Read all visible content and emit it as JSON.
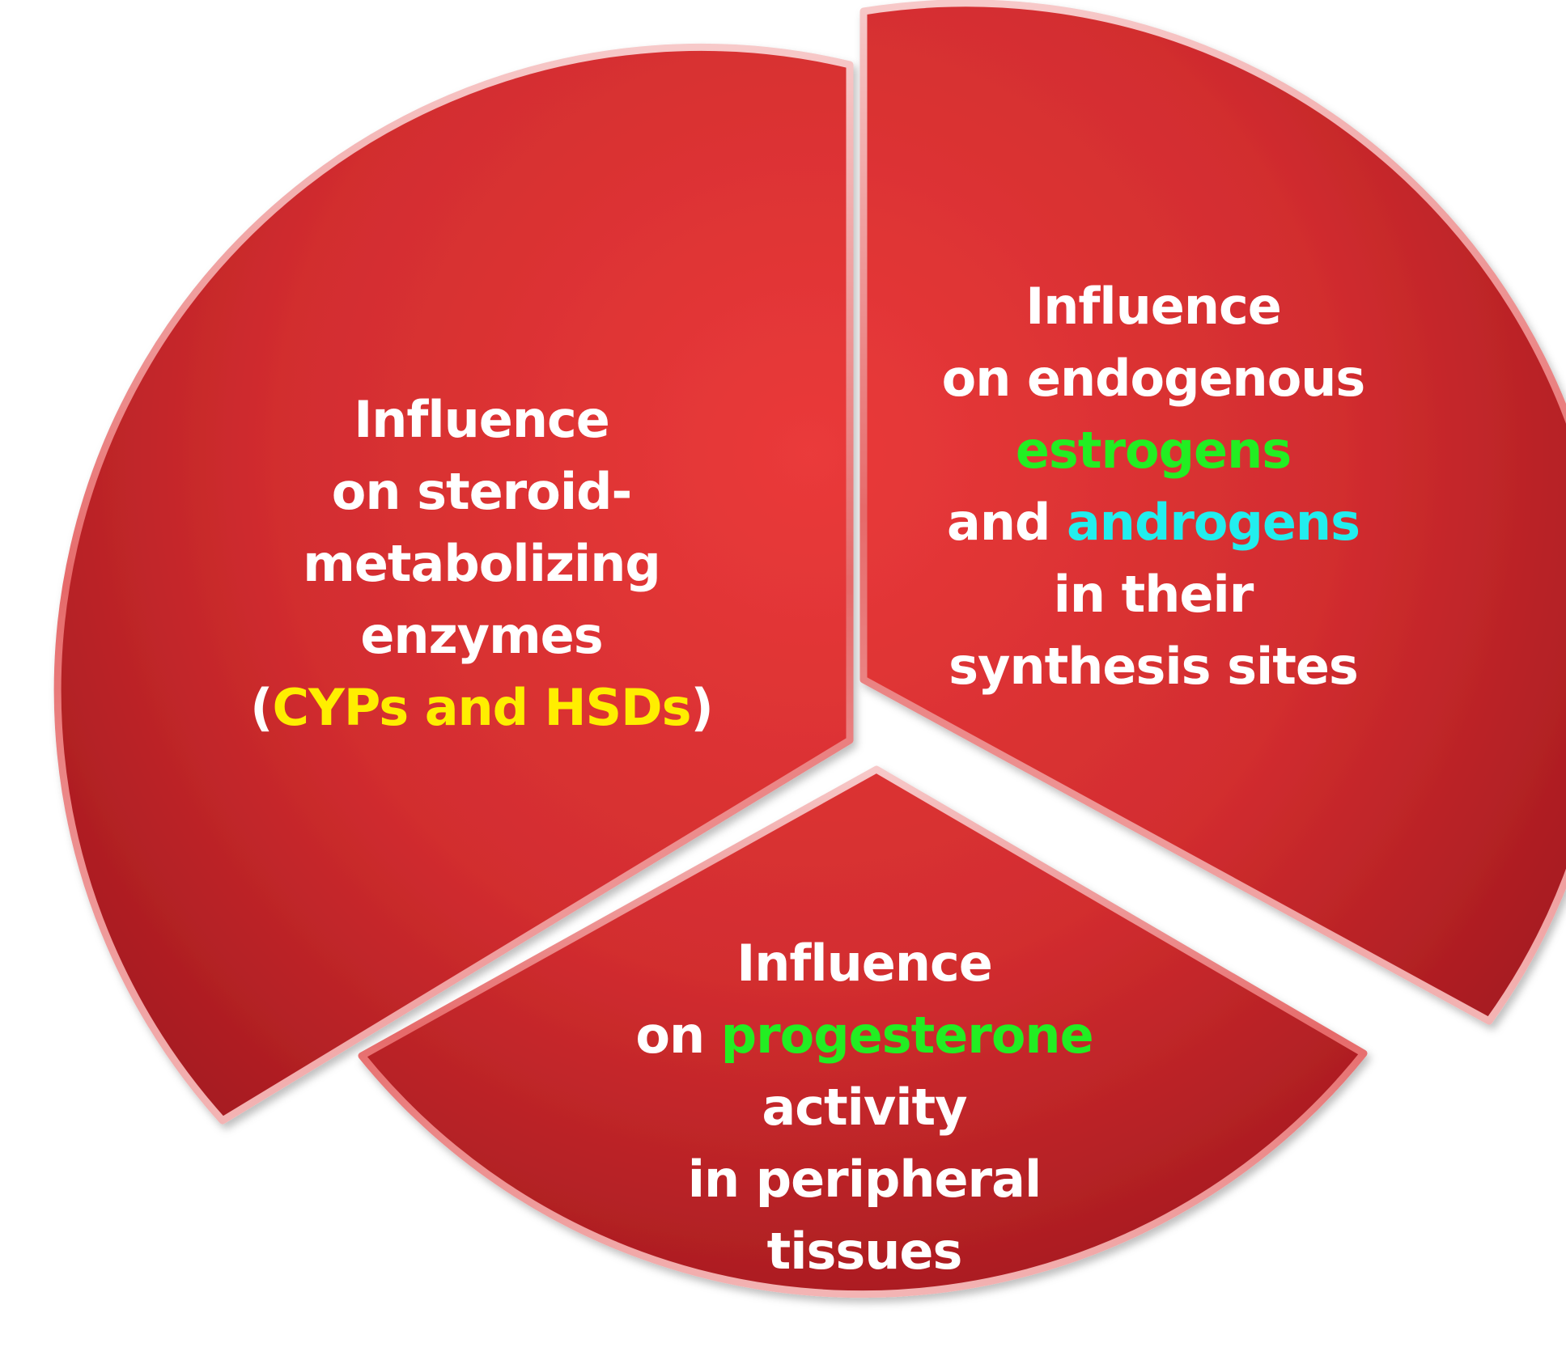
{
  "diagram": {
    "colors": {
      "segment_fill": "#d93030",
      "segment_light": "#ec4646",
      "segment_dark": "#b01e22",
      "text": "#ffffff",
      "highlight_yellow": "#ffee00",
      "highlight_green": "#22ee22",
      "highlight_cyan": "#22eeee"
    },
    "segments": [
      {
        "id": "left",
        "lines": [
          [
            {
              "text": "Influence"
            }
          ],
          [
            {
              "text": "on steroid-"
            }
          ],
          [
            {
              "text": "metabolizing"
            }
          ],
          [
            {
              "text": "enzymes"
            }
          ],
          [
            {
              "text": "("
            },
            {
              "text": "CYPs and HSDs",
              "color": "#ffee00"
            },
            {
              "text": ")"
            }
          ]
        ]
      },
      {
        "id": "right",
        "lines": [
          [
            {
              "text": "Influence"
            }
          ],
          [
            {
              "text": "on endogenous"
            }
          ],
          [
            {
              "text": "estrogens",
              "color": "#22ee22"
            }
          ],
          [
            {
              "text": "and "
            },
            {
              "text": "androgens",
              "color": "#22eeee"
            }
          ],
          [
            {
              "text": "in their"
            }
          ],
          [
            {
              "text": "synthesis sites"
            }
          ]
        ]
      },
      {
        "id": "bottom",
        "lines": [
          [
            {
              "text": "Influence"
            }
          ],
          [
            {
              "text": "on "
            },
            {
              "text": "progesterone",
              "color": "#22ee22"
            }
          ],
          [
            {
              "text": "activity"
            }
          ],
          [
            {
              "text": "in peripheral"
            }
          ],
          [
            {
              "text": "tissues"
            }
          ]
        ]
      }
    ]
  }
}
